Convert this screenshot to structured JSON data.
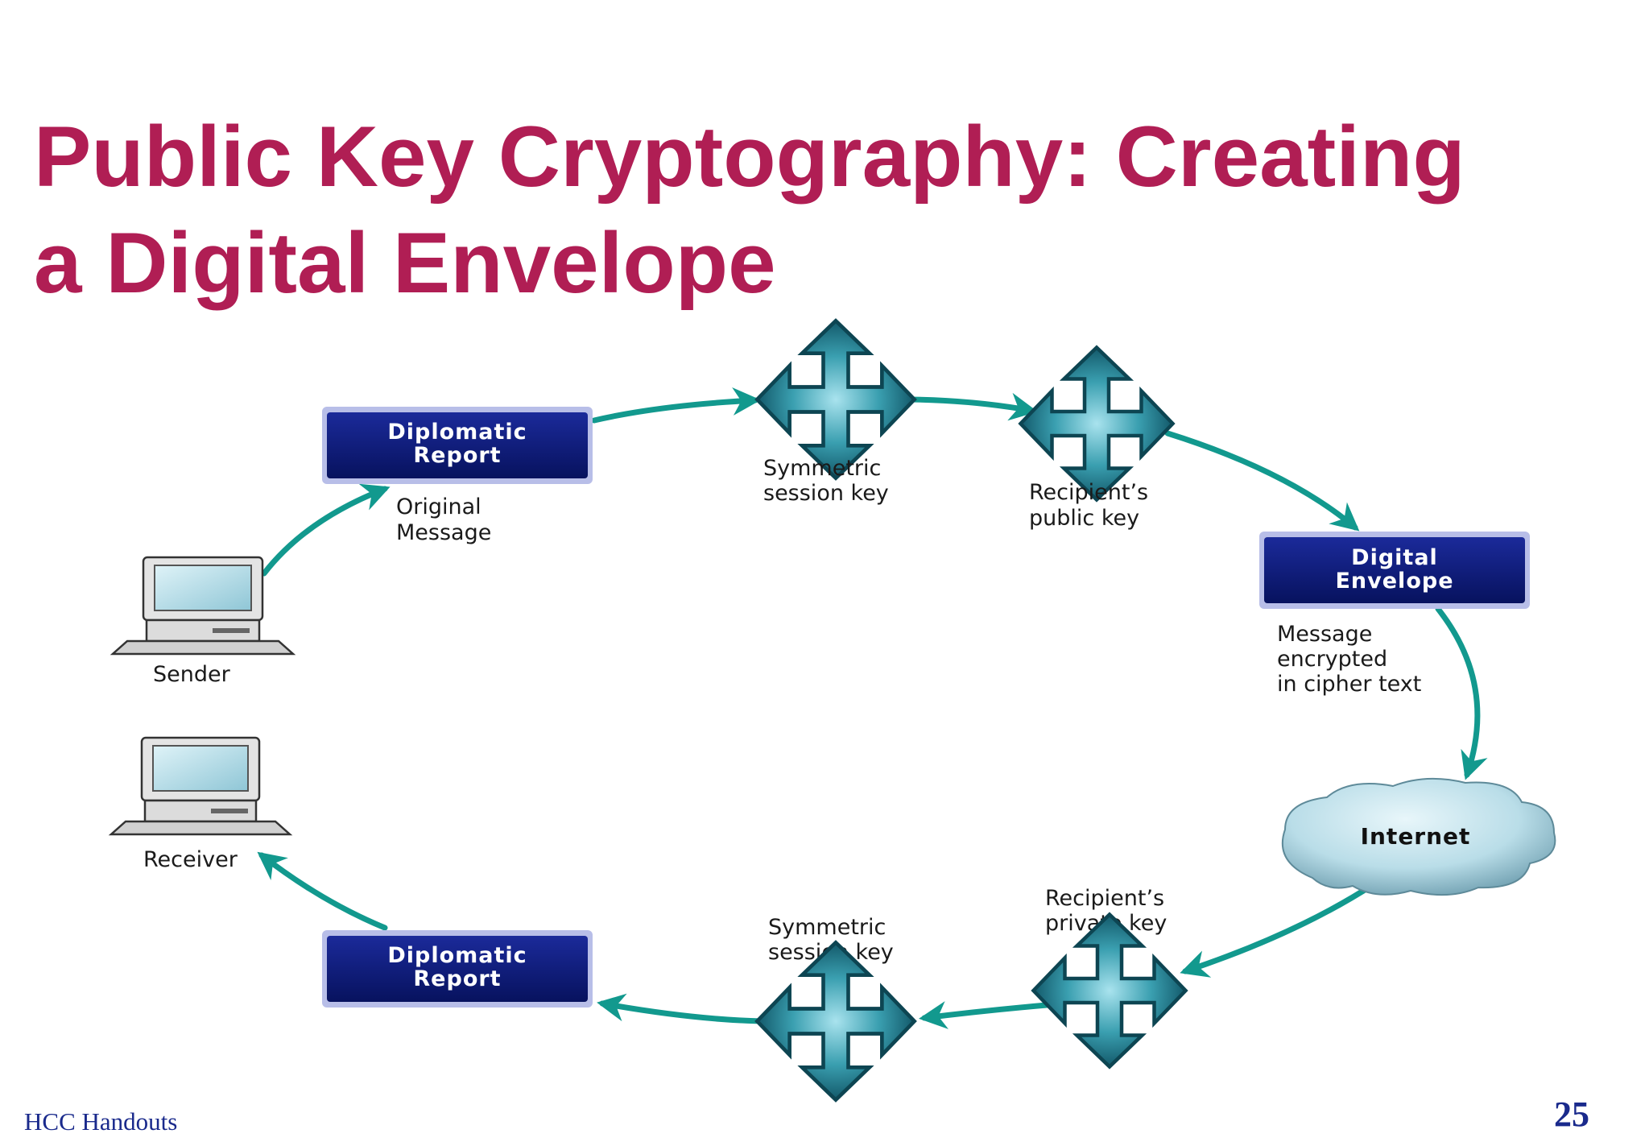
{
  "slide": {
    "title_line1": "Public Key Cryptography: Creating",
    "title_line2": "a Digital Envelope",
    "footer": "HCC Handouts",
    "page_number": "25"
  },
  "diagram": {
    "sender_label": "Sender",
    "receiver_label": "Receiver",
    "report_top": [
      "Diplomatic",
      "Report"
    ],
    "original_message": [
      "Original",
      "Message"
    ],
    "symmetric_key_top": [
      "Symmetric",
      "session key"
    ],
    "public_key": [
      "Recipient’s",
      "public key"
    ],
    "envelope": [
      "Digital",
      "Envelope"
    ],
    "envelope_caption": [
      "Message",
      "encrypted",
      "in cipher text"
    ],
    "internet": "Internet",
    "private_key": [
      "Recipient’s",
      "private key"
    ],
    "symmetric_key_bottom": [
      "Symmetric",
      "session key"
    ],
    "report_bottom": [
      "Diplomatic",
      "Report"
    ]
  },
  "colors": {
    "title": "#b01e54",
    "box": "#0b1a7a",
    "arrow": "#12998e",
    "key_icon": "#3a9fb0",
    "footer": "#1a2a8c"
  }
}
